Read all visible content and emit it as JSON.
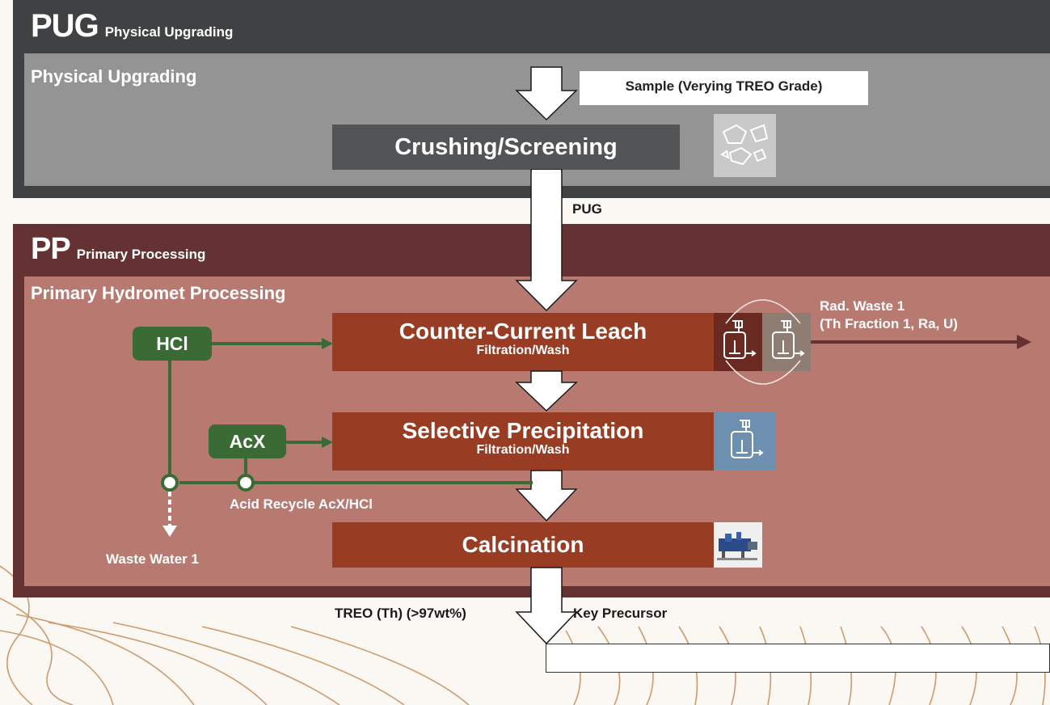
{
  "pug": {
    "code": "PUG",
    "subtitle": "Physical Upgrading",
    "section_title": "Physical Upgrading",
    "sample_label": "Sample (Verying TREO Grade)",
    "stage_crushing": "Crushing/Screening",
    "connector_label": "PUG"
  },
  "pp": {
    "code": "PP",
    "subtitle": "Primary Processing",
    "section_title": "Primary Hydromet Processing",
    "leach_title": "Counter-Current Leach",
    "leach_sub": "Filtration/Wash",
    "precip_title": "Selective Precipitation",
    "precip_sub": "Filtration/Wash",
    "calc_title": "Calcination",
    "hcl": "HCl",
    "acx": "AcX",
    "acid_recycle": "Acid Recycle AcX/HCl",
    "waste_water": "Waste Water 1",
    "rad_waste_line1": "Rad. Waste 1",
    "rad_waste_line2": "(Th Fraction 1, Ra, U)"
  },
  "output": {
    "treo_label": "TREO (Th) (>97wt%)",
    "precursor_label": "Key Precursor"
  },
  "icons": {
    "crushing": "rocks-icon",
    "leach": "stirred-tank-icon",
    "precip": "stirred-tank-icon",
    "calc": "kiln-machine-icon"
  },
  "colors": {
    "pug_dark": "#3f4142",
    "pug_light": "#949494",
    "pp_dark": "#643232",
    "pp_light": "#b87970",
    "stage": "#993c24",
    "green": "#3b6b35",
    "precip_icon_bg": "#6d8fb0"
  }
}
